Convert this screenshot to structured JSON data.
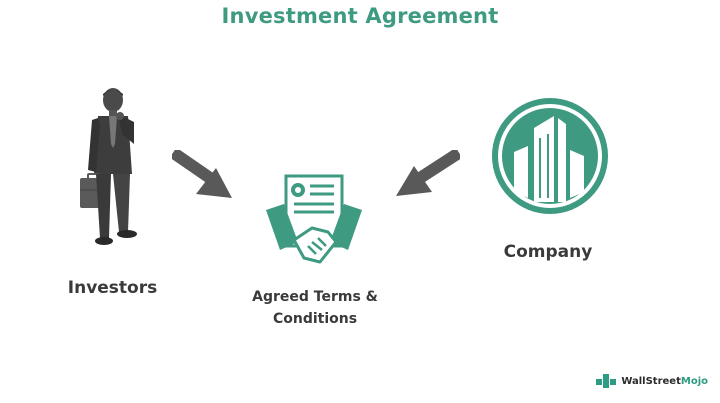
{
  "title": "Investment Agreement",
  "nodes": {
    "investors": {
      "label": "Investors",
      "icon": "businessman-with-briefcase-icon"
    },
    "agreement": {
      "label_line1": "Agreed Terms &",
      "label_line2": "Conditions",
      "icon": "handshake-contract-icon"
    },
    "company": {
      "label": "Company",
      "icon": "company-buildings-icon"
    }
  },
  "edges": [
    {
      "from": "investors",
      "to": "agreement"
    },
    {
      "from": "company",
      "to": "agreement"
    }
  ],
  "watermark": {
    "text_part1": "WallStreet",
    "text_part2": "Mojo"
  },
  "colors": {
    "accent": "#3f9a82",
    "arrow": "#595959",
    "text": "#3a3a3a",
    "person": "#3d3d3d"
  }
}
